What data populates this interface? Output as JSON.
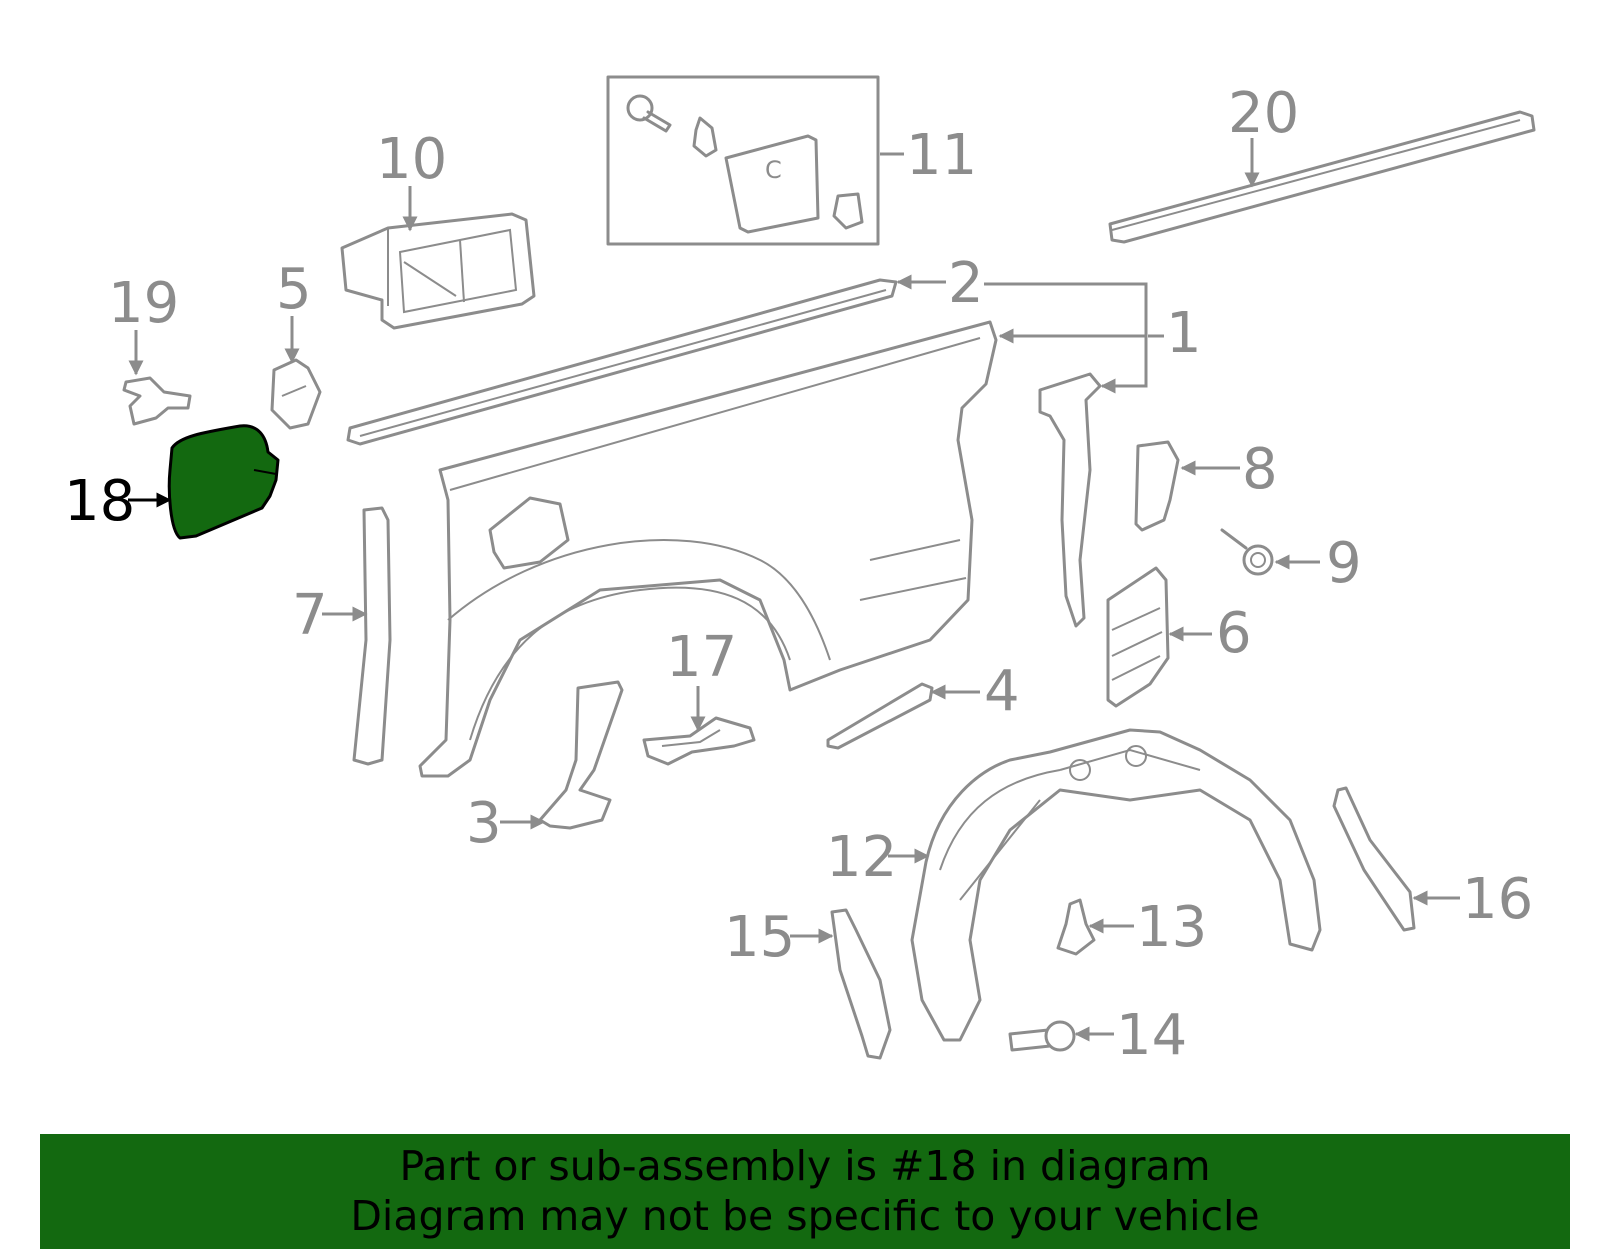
{
  "diagram": {
    "highlight_color": "#136910",
    "part_color": "#8c8c8c",
    "highlighted_part": "18",
    "callouts": {
      "c1": "1",
      "c2": "2",
      "c3": "3",
      "c4": "4",
      "c5": "5",
      "c6": "6",
      "c7": "7",
      "c8": "8",
      "c9": "9",
      "c10": "10",
      "c11": "11",
      "c12": "12",
      "c13": "13",
      "c14": "14",
      "c15": "15",
      "c16": "16",
      "c17": "17",
      "c18": "18",
      "c19": "19",
      "c20": "20"
    }
  },
  "banner": {
    "line1": "Part or sub-assembly is #18 in diagram",
    "line2": "Diagram may not be specific to your vehicle",
    "background": "#136910"
  }
}
